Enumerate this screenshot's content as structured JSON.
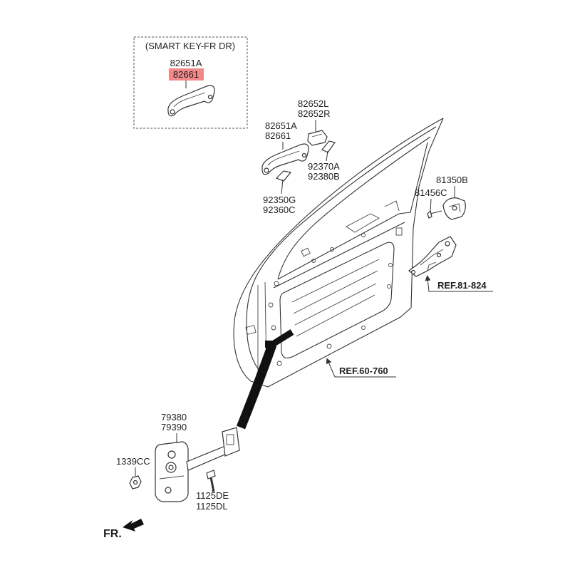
{
  "smart_key_box": {
    "title": "(SMART KEY-FR DR)",
    "part_number_1": "82651A",
    "part_number_2": "82661"
  },
  "callouts": {
    "handle_cover": [
      "82652L",
      "82652R"
    ],
    "handle": [
      "82651A",
      "82661"
    ],
    "gasket_rear": [
      "92370A",
      "92380B"
    ],
    "gasket_front": [
      "92350G",
      "92360C"
    ],
    "striker": "81350B",
    "striker_bolt": "81456C",
    "latch_ref": "REF.81-824",
    "panel_ref": "REF.60-760",
    "checker": [
      "79380",
      "79390"
    ],
    "nut": "1339CC",
    "bolt": [
      "1125DE",
      "1125DL"
    ]
  },
  "direction": "FR.",
  "colors": {
    "highlight": "#f07c7c",
    "line": "#333333",
    "band": "#111111"
  }
}
